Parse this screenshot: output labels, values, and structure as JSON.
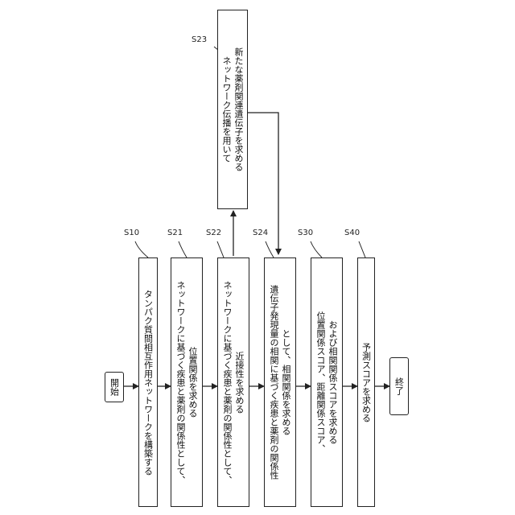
{
  "start": "開始",
  "end": "終了",
  "steps": {
    "s10": {
      "label": "S10",
      "lines": [
        "タンパク質間相互作用ネットワークを構築する"
      ]
    },
    "s21": {
      "label": "S21",
      "lines": [
        "ネットワークに基づく疾患と薬剤の関係性として、",
        "位置関係を求める"
      ]
    },
    "s22": {
      "label": "S22",
      "lines": [
        "ネットワークに基づく疾患と薬剤の関係性として、",
        "近接性を求める"
      ]
    },
    "s23": {
      "label": "S23",
      "lines": [
        "ネットワーク伝播を用いて",
        "新たな薬剤関連遺伝子を求める"
      ]
    },
    "s24": {
      "label": "S24",
      "lines": [
        "遺伝子発現量の相関に基づく疾患と薬剤の関係性",
        "として、相関関係を求める"
      ]
    },
    "s30": {
      "label": "S30",
      "lines": [
        "位置関係スコア、距離関係スコア、",
        "および相関関係スコアを求める"
      ]
    },
    "s40": {
      "label": "S40",
      "lines": [
        "予測スコアを求める"
      ]
    }
  }
}
